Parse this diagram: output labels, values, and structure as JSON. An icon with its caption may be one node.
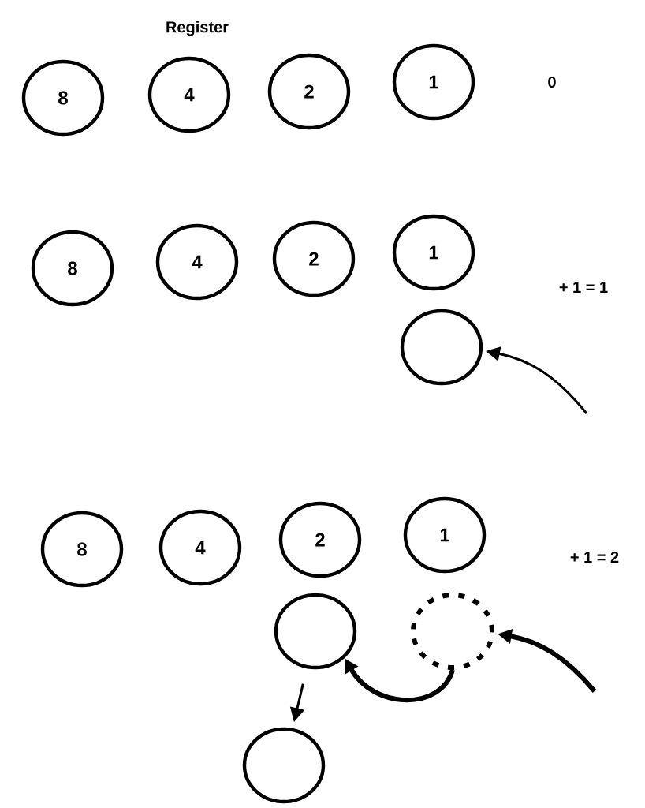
{
  "diagram": {
    "nodes": [
      {
        "text": [
          "8"
        ]
      },
      {
        "text": [
          "4"
        ]
      },
      {
        "text": [
          "2"
        ]
      },
      {
        "text": [
          "1"
        ]
      },
      {
        "text": [
          "8"
        ]
      },
      {
        "text": [
          "4"
        ]
      },
      {
        "text": [
          "2"
        ]
      },
      {
        "text": [
          "1"
        ]
      },
      {
        "text": [],
        "shape": "circle"
      },
      {
        "text": [
          "8"
        ]
      },
      {
        "text": [
          "4"
        ]
      },
      {
        "text": [
          "2"
        ]
      },
      {
        "text": [
          "1"
        ]
      },
      {
        "text": [],
        "shape": "circle"
      },
      {
        "text": [],
        "shape": "circle"
      },
      {
        "text": [],
        "shape": "circle"
      }
    ],
    "edges": [
      {
        "from": null,
        "to": 8,
        "arrow": "to"
      },
      {
        "from": null,
        "to": 14,
        "arrow": "to",
        "style": "thick"
      },
      {
        "from": 14,
        "to": 13,
        "arrow": "to",
        "style": "thick"
      },
      {
        "from": 13,
        "to": 15,
        "arrow": "to"
      }
    ],
    "labels": [
      "Register",
      "0",
      "+ 1 = 1",
      "+ 1 = 2"
    ]
  }
}
